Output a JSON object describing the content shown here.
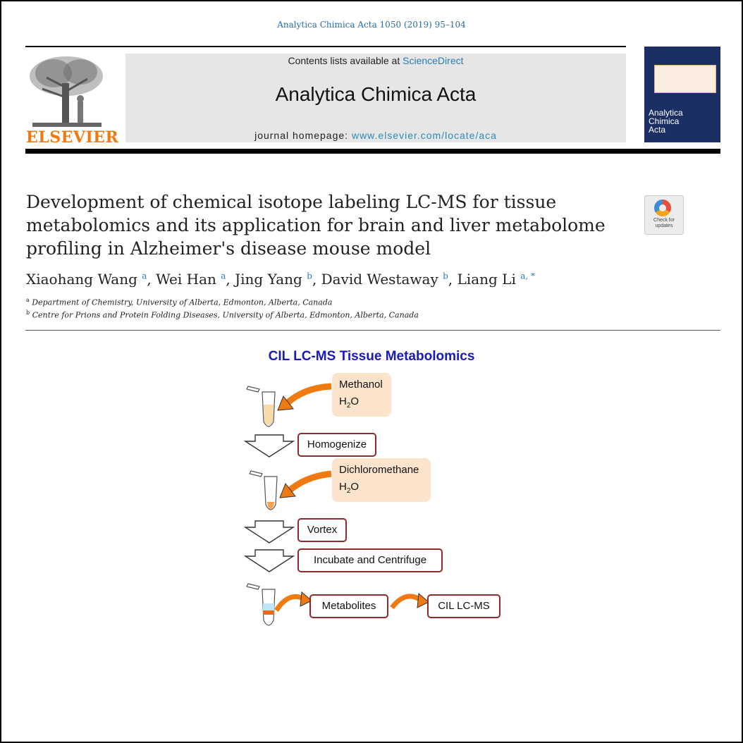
{
  "header": {
    "citation": "Analytica Chimica Acta 1050 (2019) 95–104",
    "contents_prefix": "Contents lists available at ",
    "contents_link": "ScienceDirect",
    "journal_title": "Analytica Chimica Acta",
    "homepage_prefix": "journal homepage: ",
    "homepage_url": "www.elsevier.com/locate/aca",
    "publisher": "ELSEVIER",
    "cover_title": [
      "Analytica",
      "Chimica",
      "Acta"
    ],
    "badge_text": [
      "Check for",
      "updates"
    ]
  },
  "article": {
    "title": "Development of chemical isotope labeling LC-MS for tissue metabolomics and its application for brain and liver metabolome profiling in Alzheimer's disease mouse model",
    "authors": [
      {
        "name": "Xiaohang Wang",
        "sup": "a"
      },
      {
        "name": "Wei Han",
        "sup": "a"
      },
      {
        "name": "Jing Yang",
        "sup": "b"
      },
      {
        "name": "David Westaway",
        "sup": "b"
      },
      {
        "name": "Liang Li",
        "sup": "a, *"
      }
    ],
    "affiliations": [
      {
        "sup": "a",
        "text": "Department of Chemistry, University of Alberta, Edmonton, Alberta, Canada"
      },
      {
        "sup": "b",
        "text": "Centre for Prions and Protein Folding Diseases, University of Alberta, Edmonton, Alberta, Canada"
      }
    ]
  },
  "graphical_abstract": {
    "title": "CIL LC-MS Tissue Metabolomics",
    "reagents_1": {
      "line1": "Methanol",
      "line2_main": "H",
      "line2_sub": "2",
      "line2_rest": "O"
    },
    "reagents_2": {
      "line1": "Dichloromethane",
      "line2_main": "H",
      "line2_sub": "2",
      "line2_rest": "O"
    },
    "steps": {
      "homogenize": "Homogenize",
      "vortex": "Vortex",
      "incubate": "Incubate and Centrifuge",
      "metabolites": "Metabolites",
      "cil": "CIL LC-MS"
    },
    "colors": {
      "title": "#1a1ab5",
      "box_border": "#8e2a2a",
      "reagent_bg": "#fce3cc",
      "arrow": "#f07a12"
    }
  }
}
